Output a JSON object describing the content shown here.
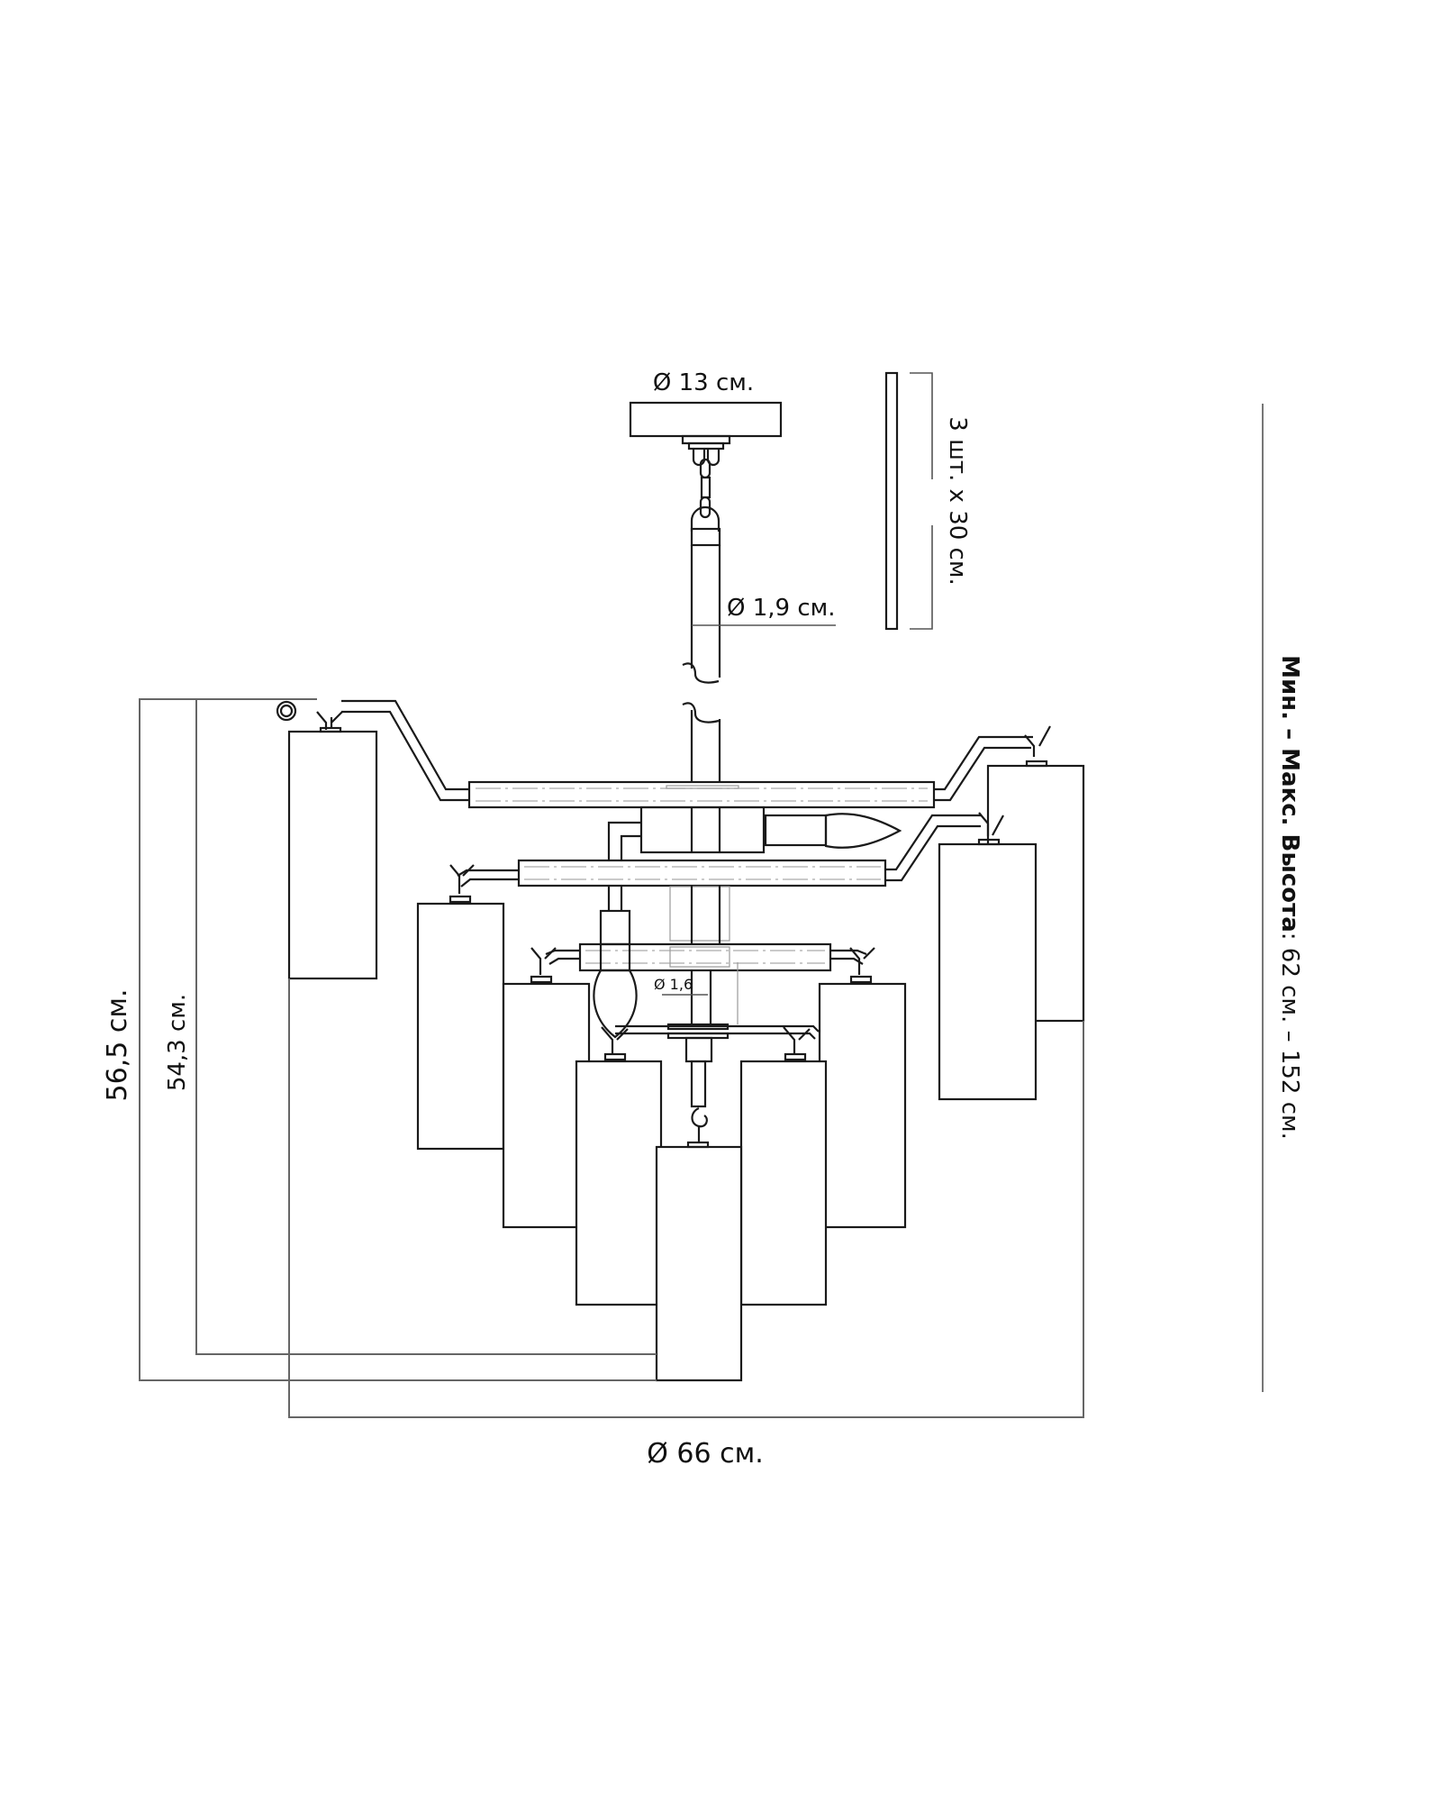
{
  "diagram": {
    "subject": "chandelier dimension drawing",
    "labels": {
      "canopy_diameter": "Ø 13 см.",
      "rod_diameter": "Ø 1,9 см.",
      "rod_extension": "3 шт. x 30 см.",
      "small_rod_diameter": "Ø 1,6",
      "total_height": "56,5 см.",
      "body_height": "54,3 см.",
      "overall_diameter": "Ø 66 см.",
      "height_range_bold": "Мин. – Макс. Высота",
      "height_range_value": ": 62 см. – 152 см."
    },
    "dimensions": {
      "canopy_diameter_cm": 13,
      "rod_diameter_cm": 1.9,
      "extension_rods_count": 3,
      "extension_rod_length_cm": 30,
      "lower_rod_diameter_cm": 1.6,
      "total_height_cm": 56.5,
      "body_height_cm": 54.3,
      "overall_diameter_cm": 66,
      "min_height_cm": 62,
      "max_height_cm": 152
    },
    "counts": {
      "shades": 9,
      "candle_bulbs": 2,
      "tiers": 3
    }
  }
}
